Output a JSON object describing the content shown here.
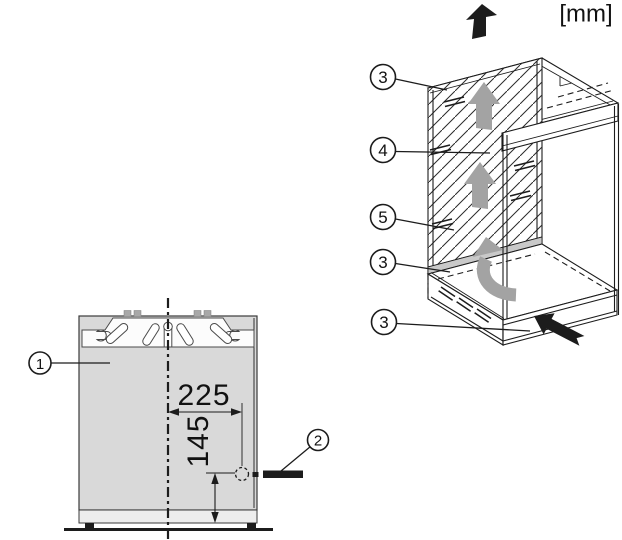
{
  "diagram": {
    "unit_label": "[mm]",
    "front_view": {
      "callout_panel": "1",
      "callout_drill_marker": "2",
      "dim_horizontal": "225",
      "dim_vertical": "145"
    },
    "cabinet_view": {
      "callout_top_vent": "3",
      "callout_intermediate_shelf": "4",
      "callout_niche_wall": "5",
      "callout_base_vent": "3",
      "callout_plinth_vent": "3"
    },
    "colors": {
      "line": "#1c1c1c",
      "panel_gray": "#d9d9d9",
      "panel_light": "#ededed",
      "arrow_gray": "#a3a3a3",
      "vent_strip_gray": "#c9c9c9"
    }
  }
}
